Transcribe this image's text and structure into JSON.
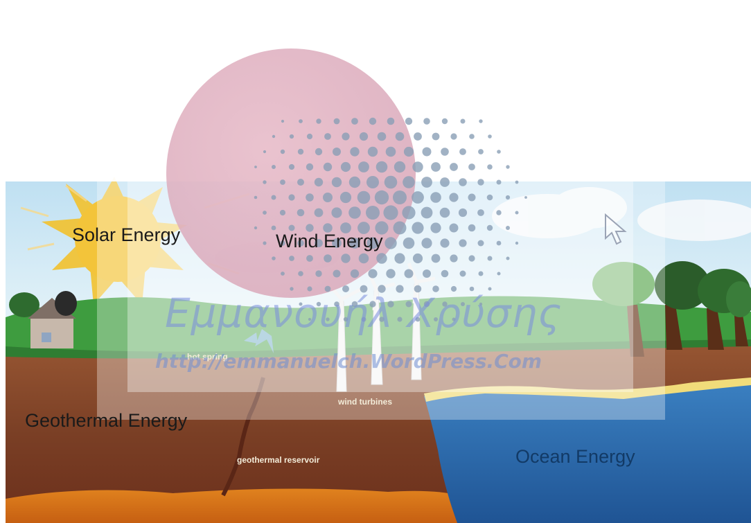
{
  "labels": {
    "solar": "Solar Energy",
    "wind": "Wind Energy",
    "geothermal": "Geothermal Energy",
    "ocean": "Ocean Energy",
    "hot_spring": "hot spring",
    "wind_turbines": "wind turbines",
    "geothermal_reservoir": "geothermal reservoir"
  },
  "watermark": {
    "name": "Εμμανουήλ Χρύσης",
    "url": "http://emmanuelch.WordPress.Com"
  },
  "colors": {
    "sky": "#cfe7f4",
    "grass": "#3d9a3f",
    "soil": "#8a4b2c",
    "magma": "#d8741a",
    "ocean": "#2d6cb0",
    "sun": "#f2c12e"
  }
}
